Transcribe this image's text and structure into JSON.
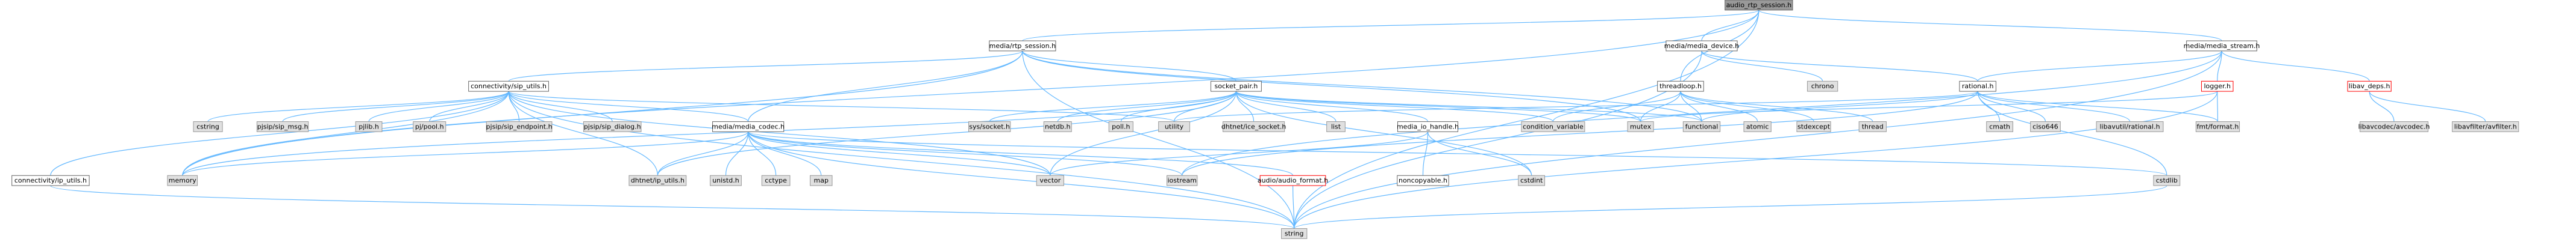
{
  "graph": {
    "root": "audio_rtp_session.h",
    "colors": {
      "root_fill": "#999999",
      "local_fill": "#ffffff",
      "local_stroke": "#666666",
      "system_fill": "#e0e0e0",
      "system_stroke": "#999999",
      "missing_stroke": "#ff0000",
      "edge": "#63b8ff"
    },
    "nodes": [
      {
        "id": "root",
        "label": "audio_rtp_session.h",
        "kind": "root"
      },
      {
        "id": "rtp_session",
        "label": "media/rtp_session.h",
        "kind": "local"
      },
      {
        "id": "media_device",
        "label": "media/media_device.h",
        "kind": "local"
      },
      {
        "id": "media_stream",
        "label": "media/media_stream.h",
        "kind": "local"
      },
      {
        "id": "threadloop",
        "label": "threadloop.h",
        "kind": "local"
      },
      {
        "id": "sip_utils",
        "label": "connectivity/sip_utils.h",
        "kind": "local"
      },
      {
        "id": "socket_pair",
        "label": "socket_pair.h",
        "kind": "local"
      },
      {
        "id": "chrono",
        "label": "chrono",
        "kind": "system"
      },
      {
        "id": "rational",
        "label": "rational.h",
        "kind": "local"
      },
      {
        "id": "logger",
        "label": "logger.h",
        "kind": "missing"
      },
      {
        "id": "libav_deps",
        "label": "libav_deps.h",
        "kind": "missing"
      },
      {
        "id": "cstring",
        "label": "cstring",
        "kind": "system"
      },
      {
        "id": "pjsip_msg",
        "label": "pjsip/sip_msg.h",
        "kind": "system"
      },
      {
        "id": "pjlib",
        "label": "pjlib.h",
        "kind": "system"
      },
      {
        "id": "pj_pool",
        "label": "pj/pool.h",
        "kind": "system"
      },
      {
        "id": "pjsip_endpoint",
        "label": "pjsip/sip_endpoint.h",
        "kind": "system"
      },
      {
        "id": "pjsip_dialog",
        "label": "pjsip/sip_dialog.h",
        "kind": "system"
      },
      {
        "id": "media_codec",
        "label": "media/media_codec.h",
        "kind": "local"
      },
      {
        "id": "sys_socket",
        "label": "sys/socket.h",
        "kind": "system"
      },
      {
        "id": "netdb",
        "label": "netdb.h",
        "kind": "system"
      },
      {
        "id": "poll",
        "label": "poll.h",
        "kind": "system"
      },
      {
        "id": "utility",
        "label": "utility",
        "kind": "system"
      },
      {
        "id": "ice_socket",
        "label": "dhtnet/ice_socket.h",
        "kind": "system"
      },
      {
        "id": "list",
        "label": "list",
        "kind": "system"
      },
      {
        "id": "media_io_handle",
        "label": "media_io_handle.h",
        "kind": "local"
      },
      {
        "id": "condition_variable",
        "label": "condition_variable",
        "kind": "system"
      },
      {
        "id": "mutex",
        "label": "mutex",
        "kind": "system"
      },
      {
        "id": "functional",
        "label": "functional",
        "kind": "system"
      },
      {
        "id": "atomic",
        "label": "atomic",
        "kind": "system"
      },
      {
        "id": "stdexcept",
        "label": "stdexcept",
        "kind": "system"
      },
      {
        "id": "thread",
        "label": "thread",
        "kind": "system"
      },
      {
        "id": "cmath",
        "label": "cmath",
        "kind": "system"
      },
      {
        "id": "ciso646",
        "label": "ciso646",
        "kind": "system"
      },
      {
        "id": "libavutil_rational",
        "label": "libavutil/rational.h",
        "kind": "system"
      },
      {
        "id": "fmt_format",
        "label": "fmt/format.h",
        "kind": "system"
      },
      {
        "id": "libavcodec",
        "label": "libavcodec/avcodec.h",
        "kind": "system"
      },
      {
        "id": "libavfilter",
        "label": "libavfilter/avfilter.h",
        "kind": "system"
      },
      {
        "id": "ip_utils",
        "label": "connectivity/ip_utils.h",
        "kind": "local"
      },
      {
        "id": "memory",
        "label": "memory",
        "kind": "system"
      },
      {
        "id": "dht_ip_utils",
        "label": "dhtnet/ip_utils.h",
        "kind": "system"
      },
      {
        "id": "unistd",
        "label": "unistd.h",
        "kind": "system"
      },
      {
        "id": "cctype",
        "label": "cctype",
        "kind": "system"
      },
      {
        "id": "map",
        "label": "map",
        "kind": "system"
      },
      {
        "id": "vector",
        "label": "vector",
        "kind": "system"
      },
      {
        "id": "iostream",
        "label": "iostream",
        "kind": "system"
      },
      {
        "id": "audio_format",
        "label": "audio/audio_format.h",
        "kind": "missing"
      },
      {
        "id": "noncopyable",
        "label": "noncopyable.h",
        "kind": "local"
      },
      {
        "id": "cstdint",
        "label": "cstdint",
        "kind": "system"
      },
      {
        "id": "cstdlib",
        "label": "cstdlib",
        "kind": "system"
      },
      {
        "id": "string",
        "label": "string",
        "kind": "system"
      }
    ],
    "edges": [
      [
        "root",
        "rtp_session"
      ],
      [
        "root",
        "media_device"
      ],
      [
        "root",
        "media_stream"
      ],
      [
        "root",
        "threadloop"
      ],
      [
        "root",
        "memory"
      ],
      [
        "root",
        "string"
      ],
      [
        "rtp_session",
        "sip_utils"
      ],
      [
        "rtp_session",
        "socket_pair"
      ],
      [
        "rtp_session",
        "media_codec"
      ],
      [
        "rtp_session",
        "functional"
      ],
      [
        "rtp_session",
        "mutex"
      ],
      [
        "rtp_session",
        "string"
      ],
      [
        "rtp_session",
        "memory"
      ],
      [
        "media_device",
        "chrono"
      ],
      [
        "media_device",
        "rational"
      ],
      [
        "media_device",
        "string"
      ],
      [
        "media_stream",
        "rational"
      ],
      [
        "media_stream",
        "logger"
      ],
      [
        "media_stream",
        "libav_deps"
      ],
      [
        "media_stream",
        "iostream"
      ],
      [
        "media_stream",
        "string"
      ],
      [
        "threadloop",
        "condition_variable"
      ],
      [
        "threadloop",
        "functional"
      ],
      [
        "threadloop",
        "atomic"
      ],
      [
        "threadloop",
        "thread"
      ],
      [
        "threadloop",
        "stdexcept"
      ],
      [
        "threadloop",
        "mutex"
      ],
      [
        "sip_utils",
        "cstring"
      ],
      [
        "sip_utils",
        "pjsip_msg"
      ],
      [
        "sip_utils",
        "pjlib"
      ],
      [
        "sip_utils",
        "pj_pool"
      ],
      [
        "sip_utils",
        "pjsip_endpoint"
      ],
      [
        "sip_utils",
        "pjsip_dialog"
      ],
      [
        "sip_utils",
        "media_codec"
      ],
      [
        "sip_utils",
        "ip_utils"
      ],
      [
        "sip_utils",
        "memory"
      ],
      [
        "sip_utils",
        "utility"
      ],
      [
        "sip_utils",
        "string"
      ],
      [
        "sip_utils",
        "dht_ip_utils"
      ],
      [
        "sip_utils",
        "vector"
      ],
      [
        "socket_pair",
        "sys_socket"
      ],
      [
        "socket_pair",
        "netdb"
      ],
      [
        "socket_pair",
        "poll"
      ],
      [
        "socket_pair",
        "utility"
      ],
      [
        "socket_pair",
        "ice_socket"
      ],
      [
        "socket_pair",
        "list"
      ],
      [
        "socket_pair",
        "media_io_handle"
      ],
      [
        "socket_pair",
        "condition_variable"
      ],
      [
        "socket_pair",
        "mutex"
      ],
      [
        "socket_pair",
        "functional"
      ],
      [
        "socket_pair",
        "memory"
      ],
      [
        "socket_pair",
        "vector"
      ],
      [
        "socket_pair",
        "cstdint"
      ],
      [
        "socket_pair",
        "dht_ip_utils"
      ],
      [
        "media_codec",
        "dht_ip_utils"
      ],
      [
        "media_codec",
        "unistd"
      ],
      [
        "media_codec",
        "cctype"
      ],
      [
        "media_codec",
        "map"
      ],
      [
        "media_codec",
        "vector"
      ],
      [
        "media_codec",
        "iostream"
      ],
      [
        "media_codec",
        "audio_format"
      ],
      [
        "media_codec",
        "memory"
      ],
      [
        "media_codec",
        "string"
      ],
      [
        "media_codec",
        "cstdlib"
      ],
      [
        "media_io_handle",
        "noncopyable"
      ],
      [
        "media_io_handle",
        "cstdint"
      ],
      [
        "media_io_handle",
        "vector"
      ],
      [
        "rational",
        "utility"
      ],
      [
        "rational",
        "cmath"
      ],
      [
        "rational",
        "ciso646"
      ],
      [
        "rational",
        "libavutil_rational"
      ],
      [
        "rational",
        "fmt_format"
      ],
      [
        "rational",
        "cstdlib"
      ],
      [
        "rational",
        "functional"
      ],
      [
        "rational",
        "iostream"
      ],
      [
        "logger",
        "fmt_format"
      ],
      [
        "logger",
        "string"
      ],
      [
        "logger",
        "mutex"
      ],
      [
        "libav_deps",
        "libavcodec"
      ],
      [
        "libav_deps",
        "libavfilter"
      ],
      [
        "ip_utils",
        "string"
      ],
      [
        "audio_format",
        "string"
      ],
      [
        "cstdlib",
        "string"
      ]
    ]
  }
}
